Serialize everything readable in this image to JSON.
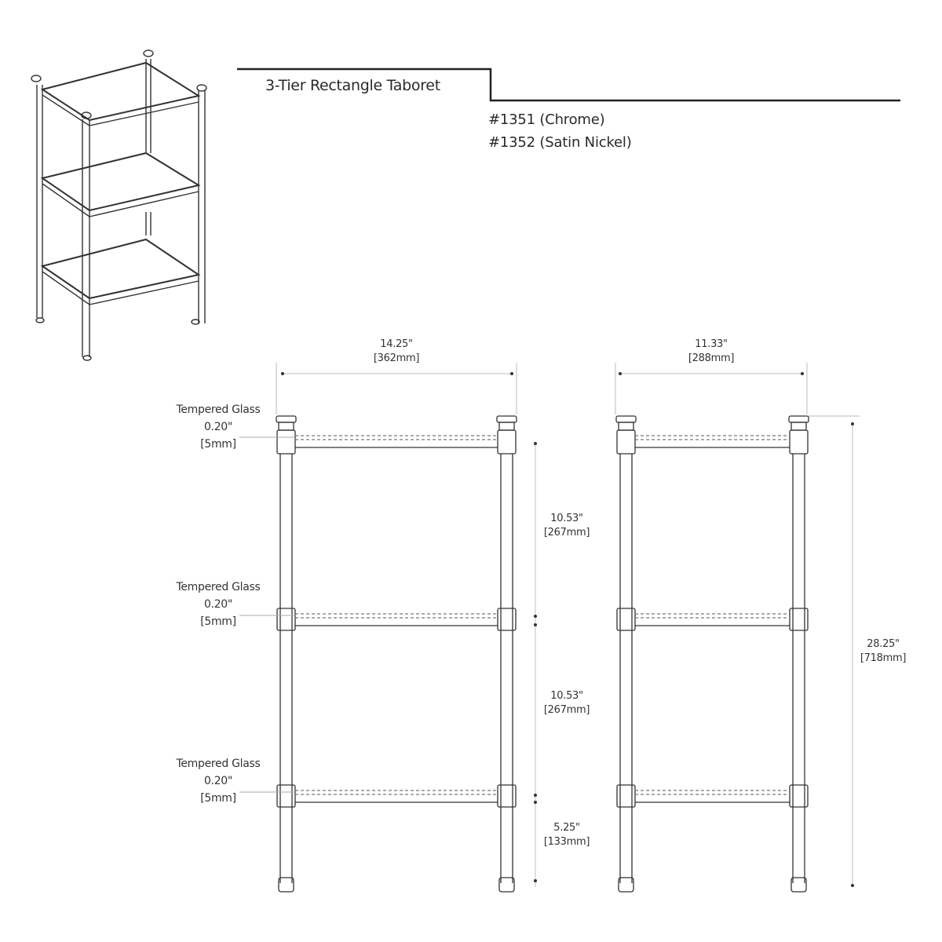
{
  "header": {
    "title": "3-Tier Rectangle Taboret",
    "models": [
      "#1351 (Chrome)",
      "#1352 (Satin Nickel)"
    ]
  },
  "front_view": {
    "width_in": "14.25\"",
    "width_mm": "[362mm]",
    "shelf_spacing": [
      {
        "in": "10.53\"",
        "mm": "[267mm]"
      },
      {
        "in": "10.53\"",
        "mm": "[267mm]"
      },
      {
        "in": "5.25\"",
        "mm": "[133mm]"
      }
    ],
    "glass_callouts": [
      {
        "label": "Tempered Glass",
        "in": "0.20\"",
        "mm": "[5mm]"
      },
      {
        "label": "Tempered Glass",
        "in": "0.20\"",
        "mm": "[5mm]"
      },
      {
        "label": "Tempered Glass",
        "in": "0.20\"",
        "mm": "[5mm]"
      }
    ]
  },
  "side_view": {
    "depth_in": "11.33\"",
    "depth_mm": "[288mm]",
    "height_in": "28.25\"",
    "height_mm": "[718mm]"
  },
  "colors": {
    "line": "#333333",
    "dim_line": "#bbbbbb",
    "background": "#ffffff"
  }
}
